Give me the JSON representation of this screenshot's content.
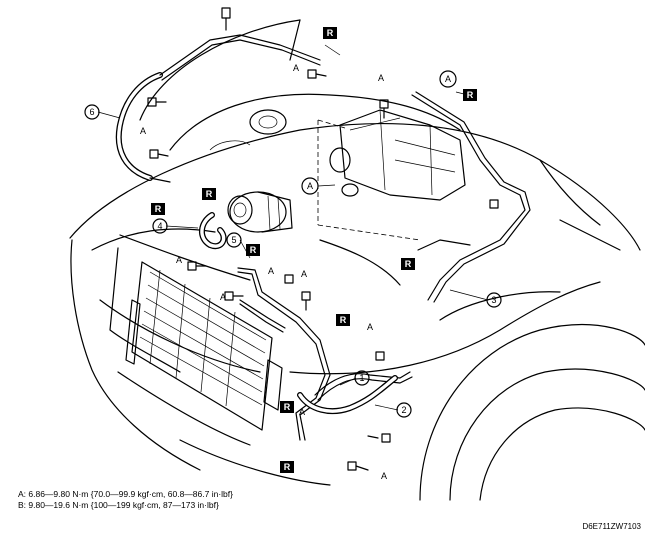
{
  "callouts": [
    "1",
    "2",
    "3",
    "4",
    "5",
    "6"
  ],
  "labels": {
    "torque_a": "A",
    "reuse": "R"
  },
  "legend": {
    "a": "A: 6.86—9.80 N·m {70.0—99.9 kgf·cm, 60.8—86.7 in·lbf}",
    "b": "B: 9.80—19.6 N·m {100—199 kgf·cm, 87—173 in·lbf}"
  },
  "figure_code": "D6E711ZW7103"
}
